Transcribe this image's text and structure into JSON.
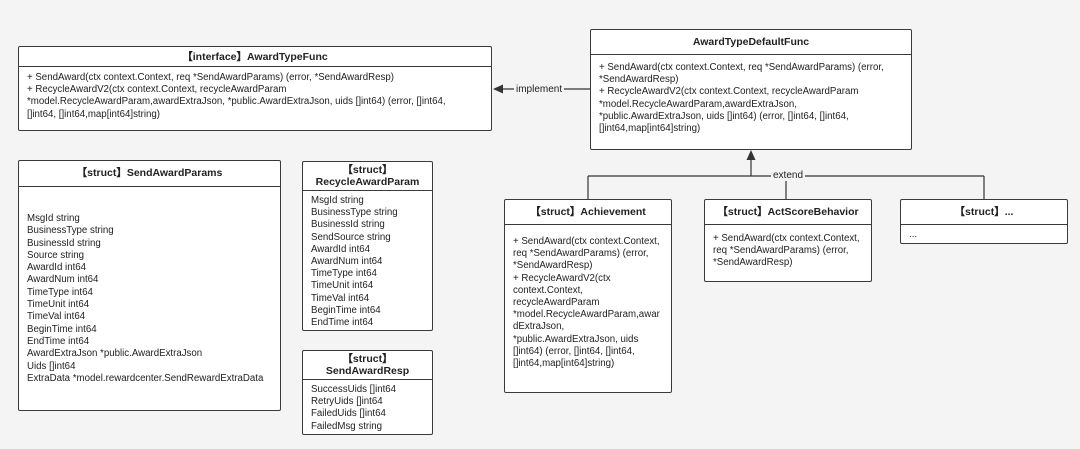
{
  "interface_box": {
    "title": "【interface】AwardTypeFunc",
    "methods": [
      "+ SendAward(ctx context.Context, req *SendAwardParams) (error, *SendAwardResp)",
      "+ RecycleAwardV2(ctx context.Context, recycleAwardParam",
      "*model.RecycleAwardParam,awardExtraJson, *public.AwardExtraJson, uids []int64) (error, []int64,",
      "[]int64, []int64,map[int64]string)"
    ]
  },
  "default_func_box": {
    "title": "AwardTypeDefaultFunc",
    "methods": [
      "+ SendAward(ctx context.Context, req *SendAwardParams) (error,",
      "*SendAwardResp)",
      "+ RecycleAwardV2(ctx context.Context, recycleAwardParam",
      "*model.RecycleAwardParam,awardExtraJson,",
      "*public.AwardExtraJson, uids []int64) (error, []int64, []int64,",
      "[]int64,map[int64]string)"
    ]
  },
  "send_award_params": {
    "title": "【struct】SendAwardParams",
    "fields": [
      "MsgId string",
      "BusinessType string",
      "BusinessId string",
      "Source string",
      "AwardId int64",
      "AwardNum int64",
      "TimeType int64",
      "TimeUnit int64",
      "TimeVal int64",
      "BeginTime int64",
      "EndTime int64",
      "AwardExtraJson *public.AwardExtraJson",
      "Uids []int64",
      "ExtraData *model.rewardcenter.SendRewardExtraData"
    ]
  },
  "recycle_award_param": {
    "title": "【struct】\nRecycleAwardParam",
    "fields": [
      "MsgId string",
      "BusinessType string",
      "BusinessId string",
      "SendSource string",
      "AwardId int64",
      "AwardNum int64",
      "TimeType int64",
      "TimeUnit int64",
      "TimeVal int64",
      "BeginTime int64",
      "EndTime int64"
    ]
  },
  "send_award_resp": {
    "title": "【struct】\nSendAwardResp",
    "fields": [
      "SuccessUids []int64",
      "RetryUids []int64",
      "FailedUids []int64",
      "FailedMsg string"
    ]
  },
  "achievement": {
    "title": "【struct】Achievement",
    "methods": [
      "+ SendAward(ctx context.Context,",
      "req *SendAwardParams) (error,",
      "*SendAwardResp)",
      "+ RecycleAwardV2(ctx",
      "context.Context,",
      "recycleAwardParam",
      "*model.RecycleAwardParam,awar",
      "dExtraJson,",
      "*public.AwardExtraJson, uids",
      "[]int64) (error, []int64, []int64,",
      "[]int64,map[int64]string)"
    ]
  },
  "act_score_behavior": {
    "title": "【struct】ActScoreBehavior",
    "methods": [
      "+ SendAward(ctx context.Context,",
      "req *SendAwardParams) (error,",
      "*SendAwardResp)"
    ]
  },
  "other_struct": {
    "title": "【struct】...",
    "methods": [
      "..."
    ]
  },
  "relations": {
    "implement_label": "implement",
    "extend_label": "extend"
  }
}
